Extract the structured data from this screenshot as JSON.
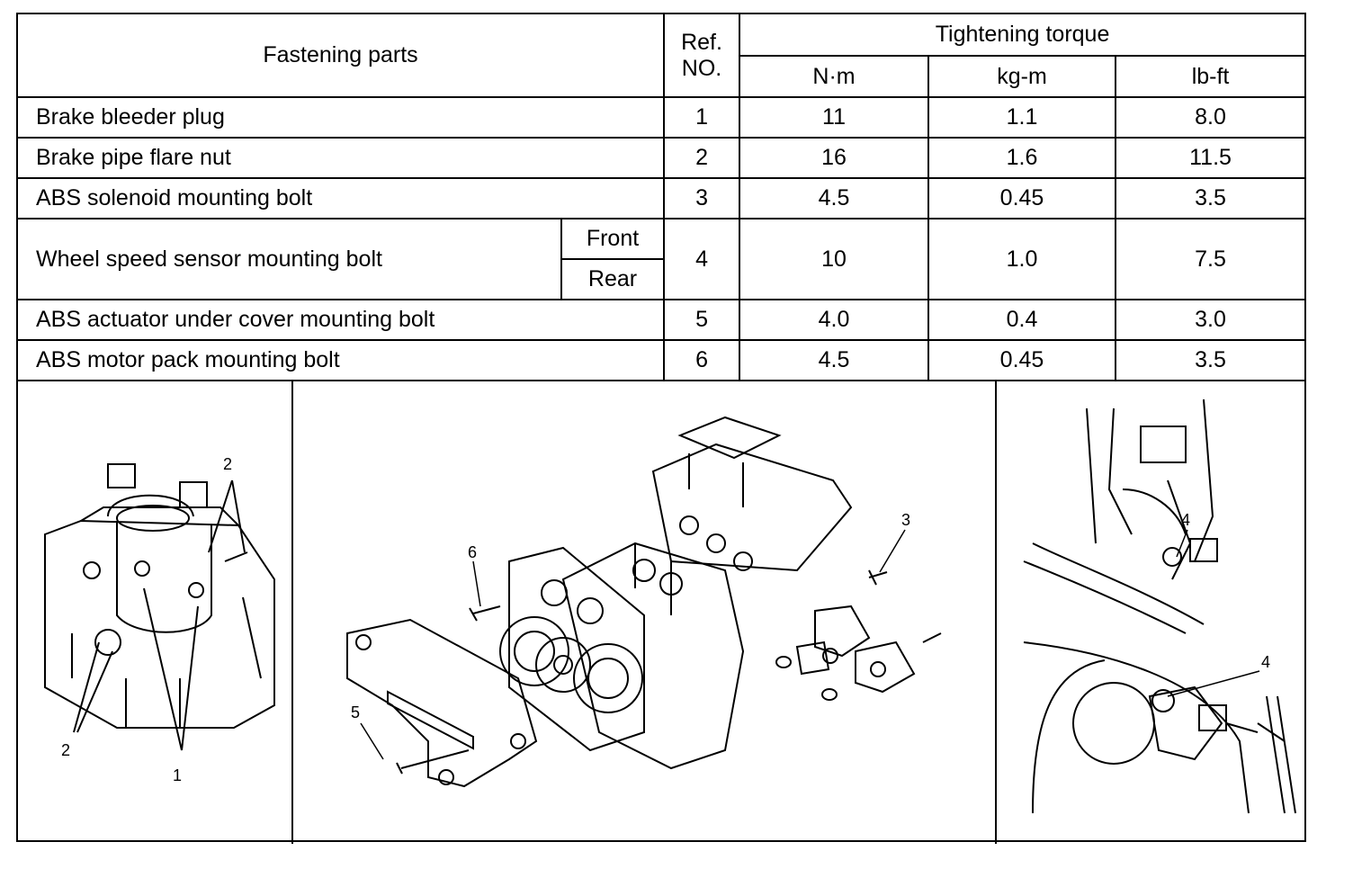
{
  "table": {
    "header": {
      "fastening_parts": "Fastening parts",
      "ref_line1": "Ref.",
      "ref_line2": "NO.",
      "tightening_torque": "Tightening torque",
      "unit_nm": "N·m",
      "unit_kgm": "kg-m",
      "unit_lbft": "lb-ft"
    },
    "rows": [
      {
        "part": "Brake bleeder plug",
        "ref": "1",
        "nm": "11",
        "kgm": "1.1",
        "lbft": "8.0"
      },
      {
        "part": "Brake pipe flare nut",
        "ref": "2",
        "nm": "16",
        "kgm": "1.6",
        "lbft": "11.5"
      },
      {
        "part": "ABS solenoid mounting bolt",
        "ref": "3",
        "nm": "4.5",
        "kgm": "0.45",
        "lbft": "3.5"
      },
      {
        "part": "Wheel speed sensor mounting bolt",
        "sub1": "Front",
        "sub2": "Rear",
        "ref": "4",
        "nm": "10",
        "kgm": "1.0",
        "lbft": "7.5"
      },
      {
        "part": "ABS actuator under cover mounting bolt",
        "ref": "5",
        "nm": "4.0",
        "kgm": "0.4",
        "lbft": "3.0"
      },
      {
        "part": "ABS motor pack mounting bolt",
        "ref": "6",
        "nm": "4.5",
        "kgm": "0.45",
        "lbft": "3.5"
      }
    ]
  },
  "figures": {
    "left_callouts": {
      "two_top": "2",
      "two_bottom": "2",
      "one": "1"
    },
    "center_callouts": {
      "three": "3",
      "five": "5",
      "six": "6"
    },
    "right_callouts": {
      "four_top": "4",
      "four_bottom": "4"
    }
  }
}
